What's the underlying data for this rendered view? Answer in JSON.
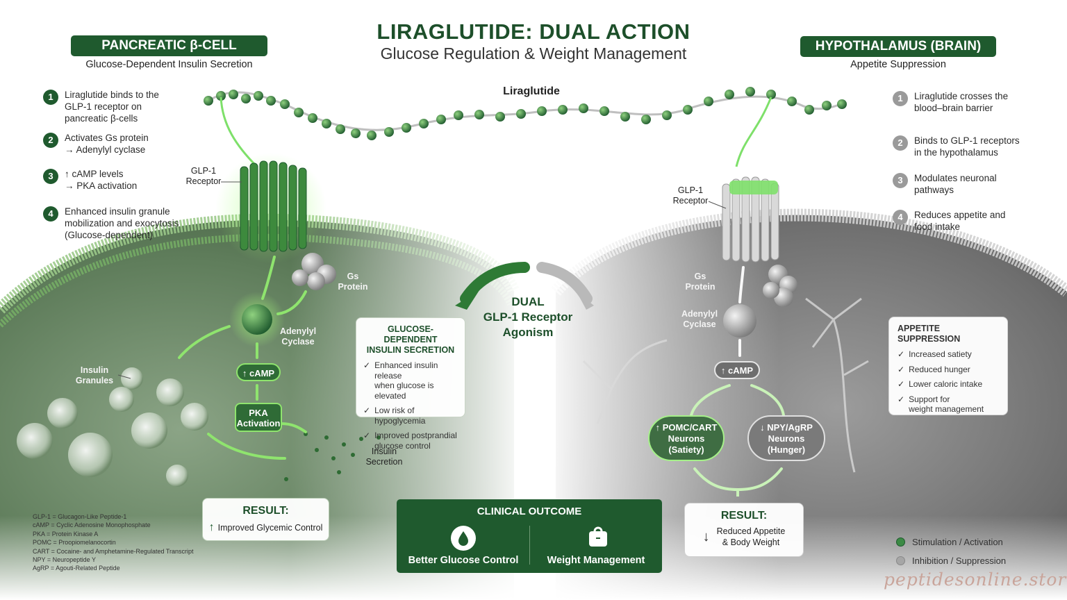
{
  "title": {
    "main": "LIRAGLUTIDE: DUAL ACTION",
    "sub": "Glucose Regulation & Weight Management"
  },
  "left_panel": {
    "header": "PANCREATIC β-CELL",
    "subtitle": "Glucose-Dependent Insulin Secretion",
    "steps": [
      {
        "num": "1",
        "text": "Liraglutide binds to the\nGLP-1 receptor on\npancreatic β-cells"
      },
      {
        "num": "2",
        "text": "Activates Gs protein\n→ Adenylyl cyclase"
      },
      {
        "num": "3",
        "text": "↑ cAMP levels\n→ PKA activation"
      },
      {
        "num": "4",
        "text": "Enhanced insulin granule\nmobilization and exocytosis\n(Glucose-dependent)"
      }
    ],
    "labels": {
      "receptor": "GLP-1\nReceptor",
      "gs_protein": "Gs\nProtein",
      "adenylyl_cyclase": "Adenylyl\nCyclase",
      "camp": "↑ cAMP",
      "pka": "PKA\nActivation",
      "insulin_granules": "Insulin\nGranules",
      "insulin_secretion": "Insulin\nSecretion"
    },
    "result": {
      "title": "RESULT:",
      "text": "Improved Glycemic Control"
    }
  },
  "right_panel": {
    "header": "HYPOTHALAMUS (BRAIN)",
    "subtitle": "Appetite Suppression",
    "steps": [
      {
        "num": "1",
        "text": "Liraglutide crosses the\nblood–brain barrier"
      },
      {
        "num": "2",
        "text": "Binds to GLP-1 receptors\nin the hypothalamus"
      },
      {
        "num": "3",
        "text": "Modulates neuronal\npathways"
      },
      {
        "num": "4",
        "text": "Reduces appetite and\nfood intake"
      }
    ],
    "labels": {
      "receptor": "GLP-1\nReceptor",
      "gs_protein": "Gs\nProtein",
      "adenylyl_cyclase": "Adenylyl\nCyclase",
      "camp": "↑ cAMP",
      "pomc": "↑ POMC/CART\nNeurons\n(Satiety)",
      "npy": "↓ NPY/AgRP\nNeurons\n(Hunger)"
    },
    "result": {
      "title": "RESULT:",
      "text": "Reduced Appetite\n& Body Weight"
    }
  },
  "peptide_label": "Liraglutide",
  "center": {
    "dual_label": "DUAL\nGLP-1 Receptor\nAgonism",
    "insulin_box": {
      "title": "GLUCOSE-DEPENDENT\nINSULIN SECRETION",
      "items": [
        "Enhanced insulin release\nwhen glucose is elevated",
        "Low risk of hypoglycemia",
        "Improved postprandial\nglucose control"
      ]
    },
    "appetite_box": {
      "title": "APPETITE SUPPRESSION",
      "items": [
        "Increased satiety",
        "Reduced hunger",
        "Lower caloric intake",
        "Support for\nweight management"
      ]
    }
  },
  "clinical_outcome": {
    "title": "CLINICAL OUTCOME",
    "left_label": "Better Glucose Control",
    "right_label": "Weight Management"
  },
  "abbreviations": [
    "GLP-1 = Glucagon-Like Peptide-1",
    "cAMP = Cyclic Adenosine Monophosphate",
    "PKA = Protein Kinase A",
    "POMC = Proopiomelanocortin",
    "CART = Cocaine- and Amphetamine-Regulated Transcript",
    "NPY = Neuropeptide Y",
    "AgRP = Agouti-Related Peptide"
  ],
  "legend": [
    {
      "label": "Stimulation / Activation",
      "color": "#3c8a45"
    },
    {
      "label": "Inhibition / Suppression",
      "color": "#a6a6a6"
    }
  ],
  "watermark": "peptidesonline.store",
  "colors": {
    "brand_green": "#1f5a2e",
    "accent_green": "#5cbf4a",
    "gray": "#9a9a9a"
  }
}
